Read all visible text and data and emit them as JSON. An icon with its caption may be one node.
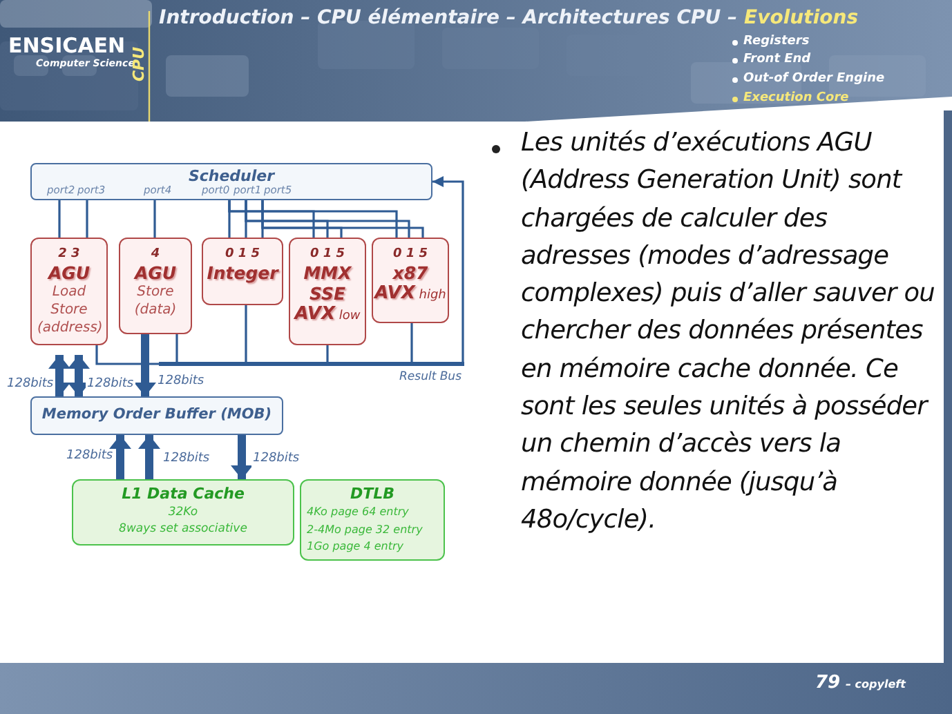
{
  "diagram": {
    "title": "Introduction – CPU élémentaire – Architectures CPU –",
    "nodes": [
      {
        "text": [
          "Scheduler",
          "port2",
          "port3",
          "port4",
          "port0",
          "port1",
          "port5"
        ]
      },
      {
        "text": [
          "2 3",
          "AGU",
          "Load Store (address)"
        ]
      },
      {
        "text": [
          "4",
          "AGU",
          "Store (data)"
        ]
      },
      {
        "text": [
          "0 1 5",
          "Integer"
        ]
      },
      {
        "text": [
          "0 1 5",
          "MMX",
          "SSE",
          "**AVX** low"
        ]
      },
      {
        "text": [
          "0 1 5",
          "x87",
          "**AVX** high"
        ]
      },
      {
        "text": [
          "Result Bus"
        ]
      },
      {
        "text": [
          "Memory Order Buffer (MOB)"
        ]
      },
      {
        "text": [
          "L1 Data Cache",
          "32Ko",
          "8ways set associative"
        ]
      },
      {
        "text": [
          "DTLB",
          "4Ko page 64 entry",
          "2-4Mo page 32 entry",
          "1Go page 4 entry"
        ]
      }
    ],
    "edges": [
      {
        "from": 0,
        "to": 1,
        "arrow": "none"
      },
      {
        "from": 0,
        "to": 2,
        "arrow": "none"
      },
      {
        "from": 0,
        "to": 3,
        "arrow": "none"
      },
      {
        "from": 0,
        "to": 4,
        "arrow": "none"
      },
      {
        "from": 0,
        "to": 5,
        "arrow": "none"
      },
      {
        "from": 1,
        "to": 6,
        "arrow": "none"
      },
      {
        "from": 2,
        "to": 6,
        "arrow": "none"
      },
      {
        "from": 3,
        "to": 6,
        "arrow": "none"
      },
      {
        "from": 4,
        "to": 6,
        "arrow": "none"
      },
      {
        "from": 5,
        "to": 6,
        "arrow": "none"
      },
      {
        "from": 6,
        "to": 0,
        "arrow": "to"
      },
      {
        "from": 1,
        "to": 7,
        "arrow": "both",
        "label": "128bits",
        "style": "thick"
      },
      {
        "from": 1,
        "to": 7,
        "arrow": "both",
        "label": "128bits",
        "style": "thick"
      },
      {
        "from": 2,
        "to": 7,
        "arrow": "to",
        "label": "128bits",
        "style": "thick"
      },
      {
        "from": 8,
        "to": 7,
        "arrow": "to",
        "label": "128bits",
        "style": "thick"
      },
      {
        "from": 8,
        "to": 7,
        "arrow": "to",
        "label": "128bits",
        "style": "thick"
      },
      {
        "from": 7,
        "to": 8,
        "arrow": "to",
        "label": "128bits",
        "style": "thick"
      }
    ],
    "labels": [
      "ENSICAEN",
      "Computer Science",
      "CPU",
      "Evolutions",
      "Registers",
      "Front End",
      "Out-of Order Engine",
      "Execution Core",
      "Les unités d’exécutions AGU (Address Generation Unit) sont chargées de calculer des adresses (modes d’adressage complexes) puis d’aller sauver ou chercher des données présentes en mémoire cache donnée. Ce sont les seules unités à posséder un chemin d’accès vers la mémoire donnée (jusqu’à 48o/cycle).",
      "79",
      "– copyleft"
    ]
  }
}
